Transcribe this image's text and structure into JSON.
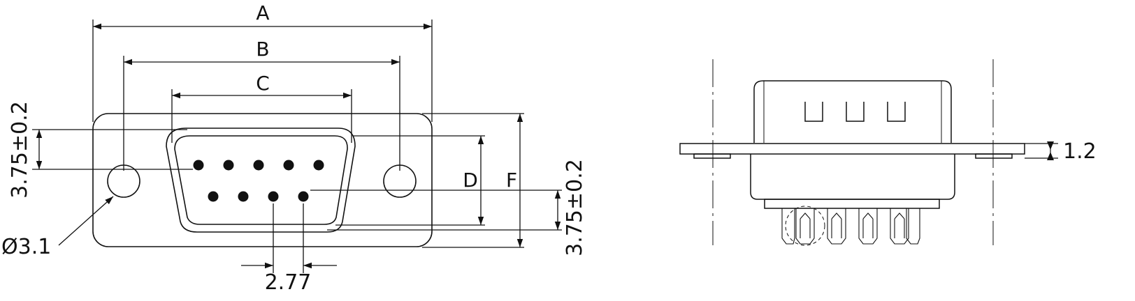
{
  "labels": {
    "a": "A",
    "b": "B",
    "c": "C",
    "d": "D",
    "f": "F",
    "pitch_vertical_left": "3.75±0.2",
    "pitch_vertical_right": "3.75±0.2",
    "hole_diameter": "Ø3.1",
    "pin_pitch": "2.77",
    "flange_thickness": "1.2"
  },
  "colors": {
    "line": "#111111",
    "background": "#ffffff"
  }
}
